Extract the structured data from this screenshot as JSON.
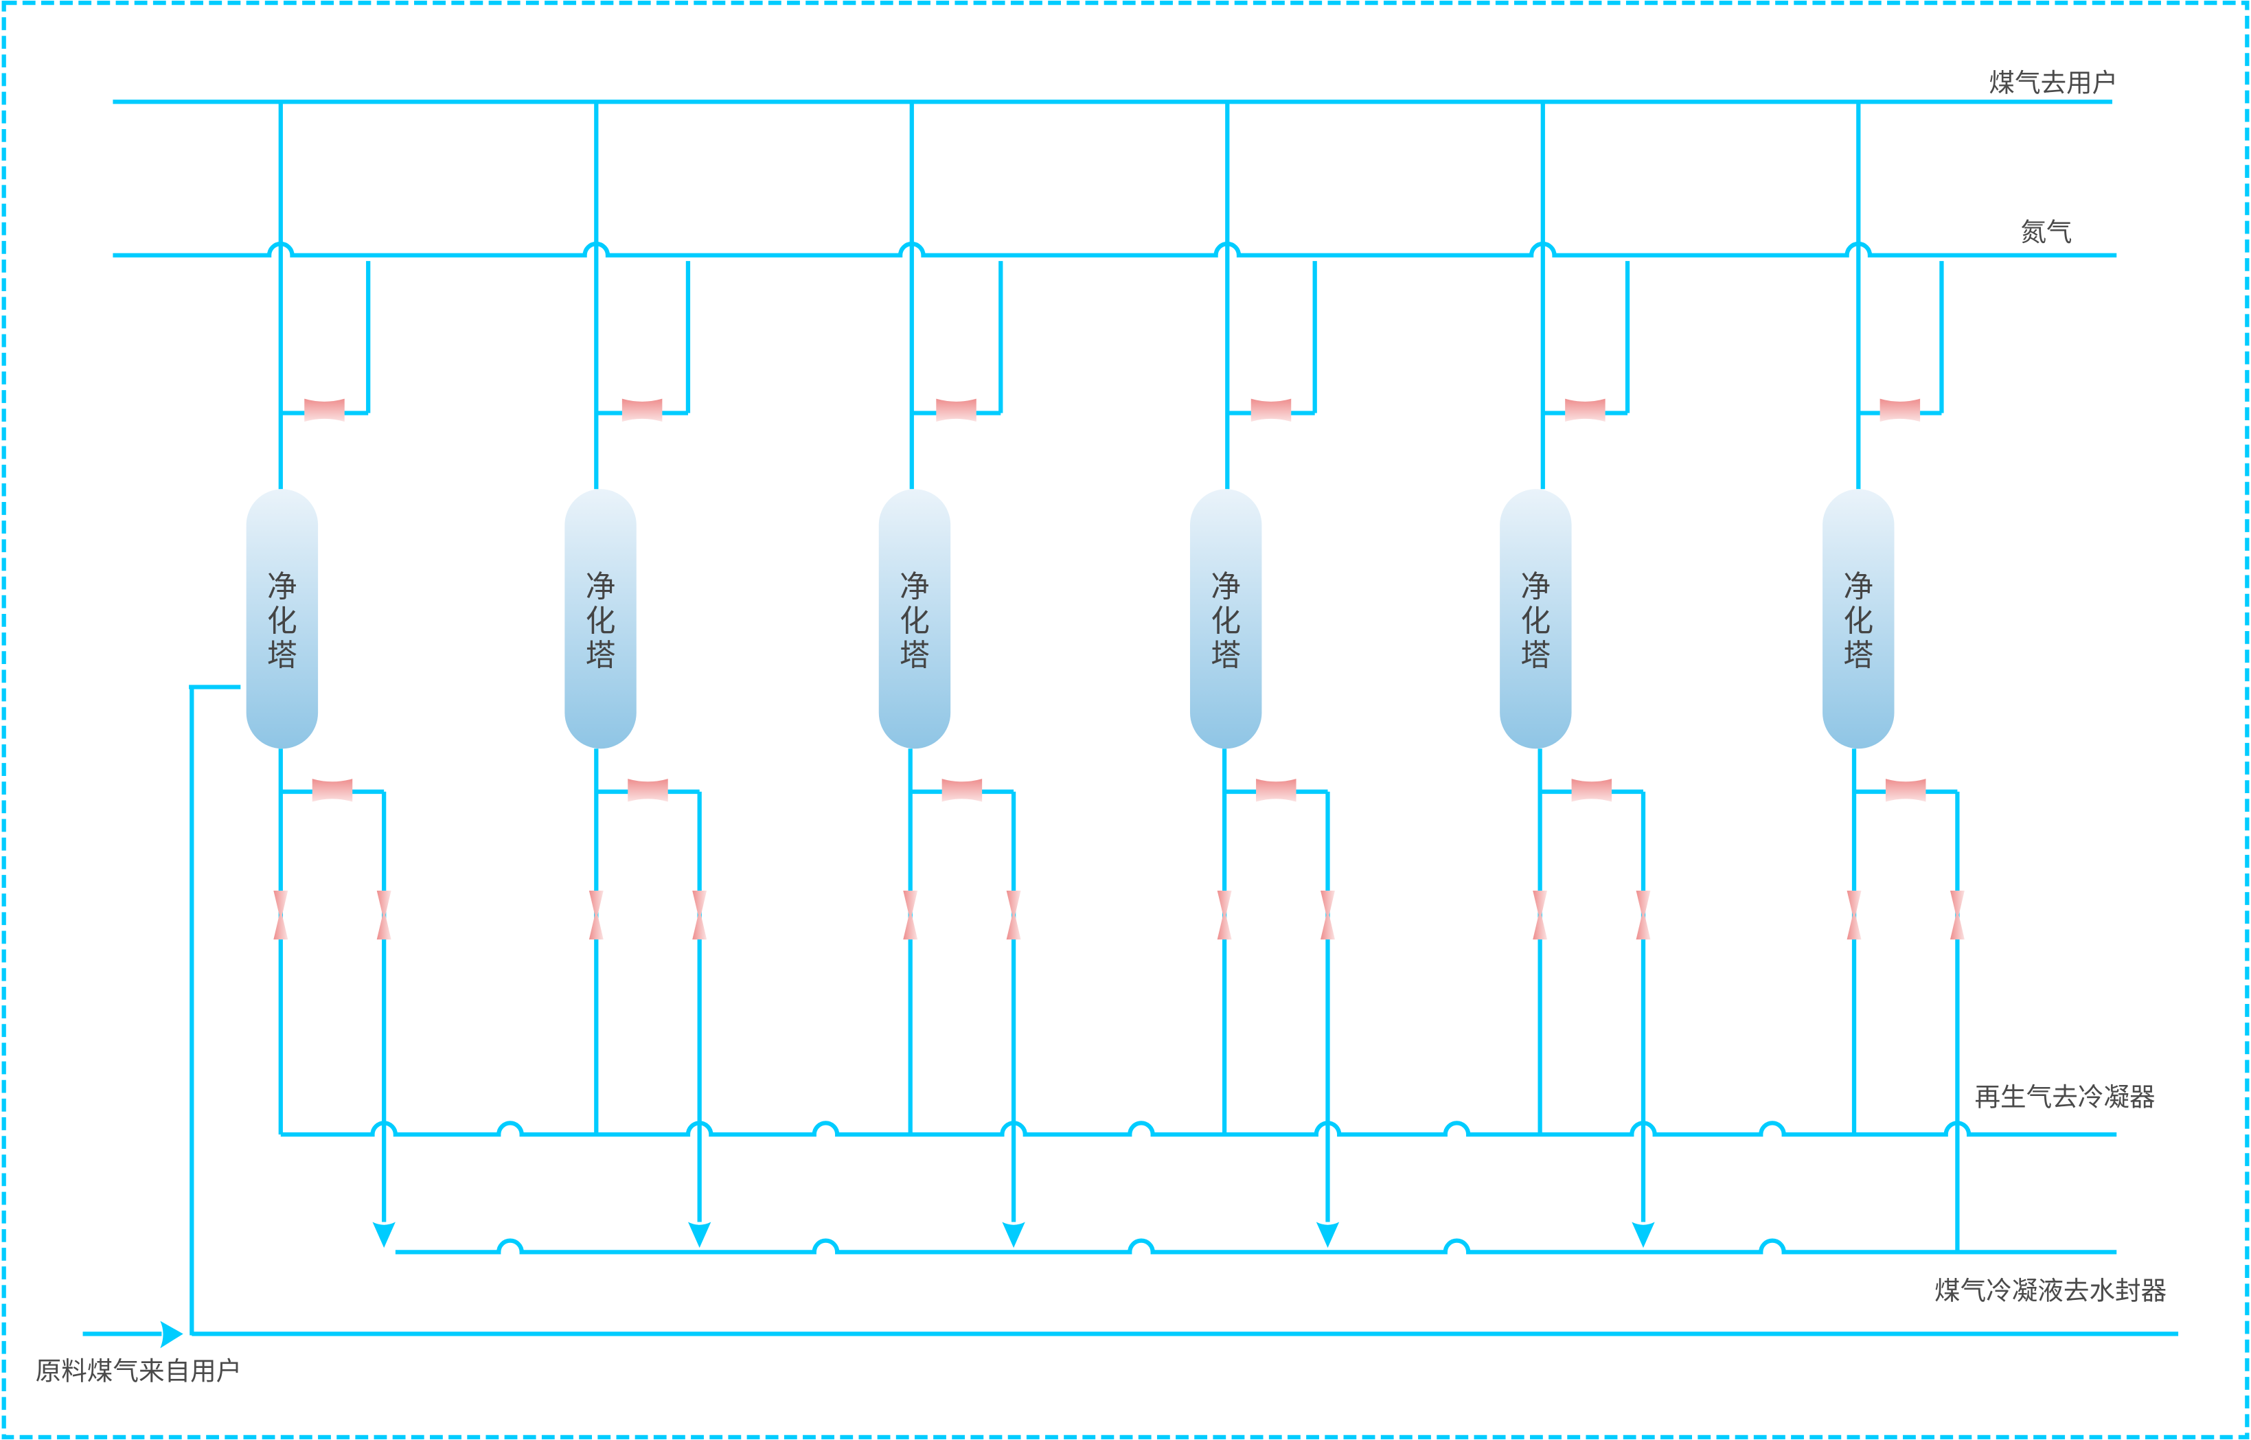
{
  "colors": {
    "pipe": "#00ccff",
    "border": "#00ccff",
    "text": "#4a4a4a",
    "tower_top": "#eaf3fa",
    "tower_bottom": "#8fc5e5",
    "valve_dark": "#ee8e8e",
    "valve_light": "#fbe2e2"
  },
  "labels": {
    "gas_to_user": "煤气去用户",
    "nitrogen": "氮气",
    "regen_to_condenser": "再生气去冷凝器",
    "condensate_to_seal": "煤气冷凝液去水封器",
    "raw_gas_from_user": "原料煤气来自用户"
  },
  "towers": [
    {
      "label": [
        "净",
        "化",
        "塔"
      ]
    },
    {
      "label": [
        "净",
        "化",
        "塔"
      ]
    },
    {
      "label": [
        "净",
        "化",
        "塔"
      ]
    },
    {
      "label": [
        "净",
        "化",
        "塔"
      ]
    },
    {
      "label": [
        "净",
        "化",
        "塔"
      ]
    },
    {
      "label": [
        "净",
        "化",
        "塔"
      ]
    }
  ]
}
